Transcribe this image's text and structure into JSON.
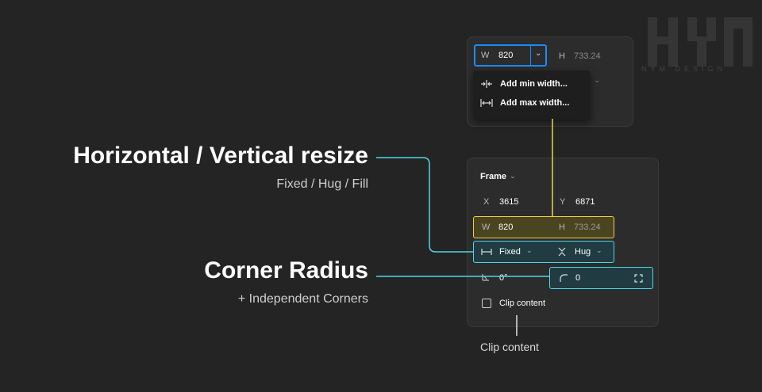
{
  "watermark": {
    "sub": "NYM DESIGN"
  },
  "top_panel": {
    "w_label": "W",
    "w_value": "820",
    "h_label": "H",
    "h_value": "733.24",
    "menu": [
      {
        "icon": "min-width-icon",
        "label": "Add min width..."
      },
      {
        "icon": "max-width-icon",
        "label": "Add max width..."
      }
    ]
  },
  "main_panel": {
    "title": "Frame",
    "x_label": "X",
    "x_value": "3615",
    "y_label": "Y",
    "y_value": "6871",
    "w_label": "W",
    "w_value": "820",
    "h_label": "H",
    "h_value": "733.24",
    "horizontal_mode": "Fixed",
    "vertical_mode": "Hug",
    "rotation_value": "0°",
    "radius_value": "0",
    "clip_label": "Clip content"
  },
  "annotations": {
    "resize_title": "Horizontal / Vertical resize",
    "resize_sub": "Fixed / Hug / Fill",
    "corner_title": "Corner Radius",
    "corner_sub": "+ Independent Corners",
    "clip_note": "Clip content"
  },
  "colors": {
    "background": "#242424",
    "panel": "#2c2c2c",
    "focus_blue": "#1a8cff",
    "highlight_yellow": "#f4d03f",
    "highlight_cyan": "#4dd6e6"
  }
}
